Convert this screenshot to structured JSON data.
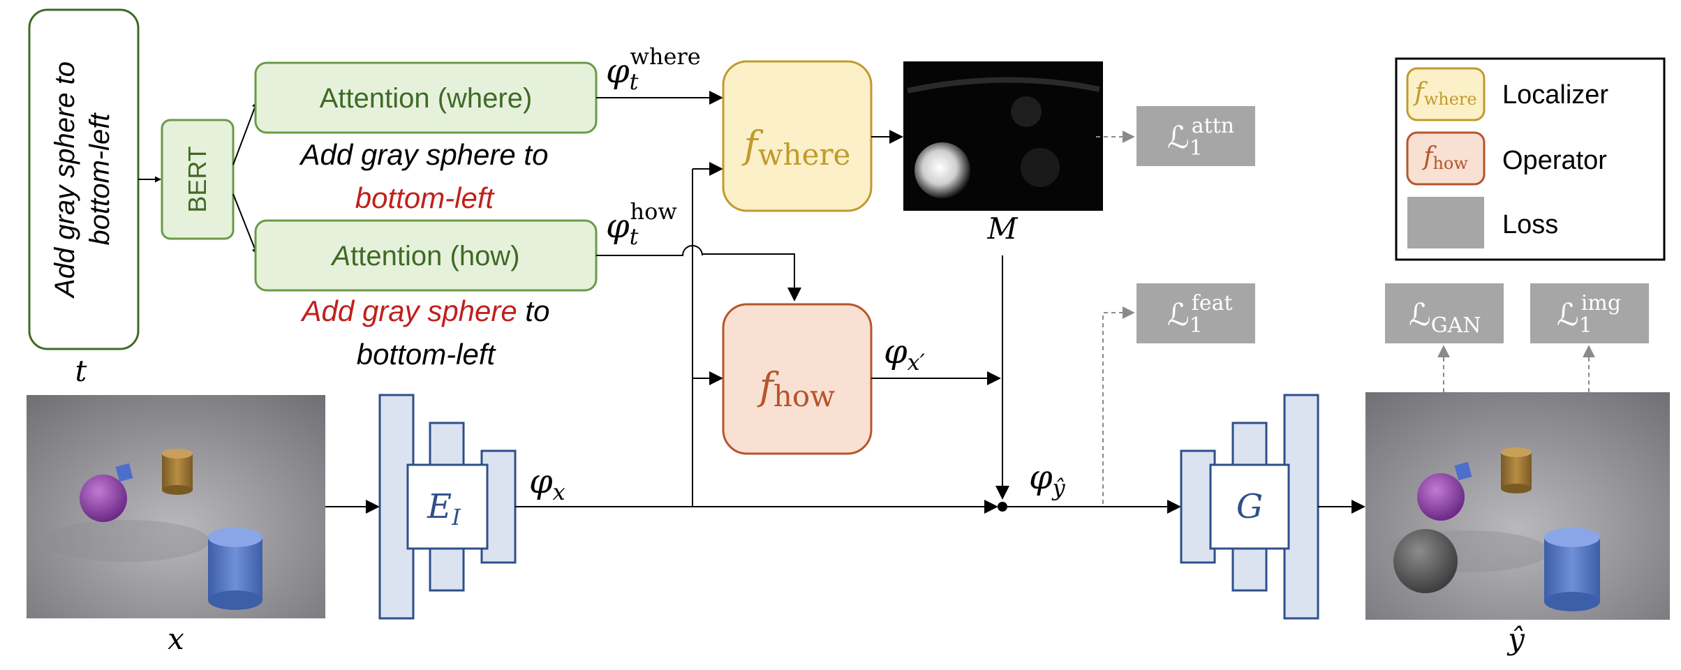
{
  "input_text": {
    "lines": [
      "Add gray sphere to",
      "bottom-left"
    ],
    "symbol": "t"
  },
  "bert": {
    "label": "BERT"
  },
  "attention_where": {
    "label": "Attention (where)",
    "caption_line1": "Add gray sphere to",
    "caption_line2": "bottom-left"
  },
  "attention_how": {
    "label_prefix": "A",
    "label_rest": "ttention (how)",
    "caption_line1_red": "Add gray sphere",
    "caption_line1_black": " to",
    "caption_line2": "bottom-left"
  },
  "phi_t_where": {
    "base": "φ",
    "sub": "t",
    "sup": "where"
  },
  "phi_t_how": {
    "base": "φ",
    "sub": "t",
    "sup": "how"
  },
  "f_where": {
    "base": "f",
    "sub": "where"
  },
  "f_how": {
    "base": "f",
    "sub": "how"
  },
  "phi_x_prime": {
    "base": "φ",
    "sub": "x′"
  },
  "phi_x": {
    "base": "φ",
    "sub": "x"
  },
  "phi_y_hat": {
    "base": "φ",
    "sub": "ŷ"
  },
  "mask_label": "M",
  "encoder": {
    "base": "E",
    "sub": "I"
  },
  "generator": {
    "label": "G"
  },
  "input_image_label": "x",
  "output_image_label": "ŷ",
  "losses": {
    "attn": {
      "base": "ℒ",
      "sub": "1",
      "sup": "attn"
    },
    "feat": {
      "base": "ℒ",
      "sub": "1",
      "sup": "feat"
    },
    "gan": {
      "base": "ℒ",
      "sub": "GAN"
    },
    "img": {
      "base": "ℒ",
      "sub": "1",
      "sup": "img"
    }
  },
  "legend": {
    "localizer": {
      "icon_base": "f",
      "icon_sub": "where",
      "label": "Localizer"
    },
    "operator": {
      "icon_base": "f",
      "icon_sub": "how",
      "label": "Operator"
    },
    "loss": {
      "label": "Loss"
    }
  },
  "colors": {
    "green_border": "#6a9a45",
    "green_fill": "#e6f1dc",
    "green_text": "#3f6a24",
    "yellow_border": "#c19a2c",
    "yellow_fill": "#fbf0c8",
    "yellow_text": "#c19a2c",
    "orange_border": "#b5552a",
    "orange_fill": "#f8e0d3",
    "orange_text": "#b5552a",
    "blue_border": "#2f4f8a",
    "blue_fill": "#dbe3f1",
    "loss_gray": "#a6a6a6",
    "red_text": "#c0201c"
  }
}
